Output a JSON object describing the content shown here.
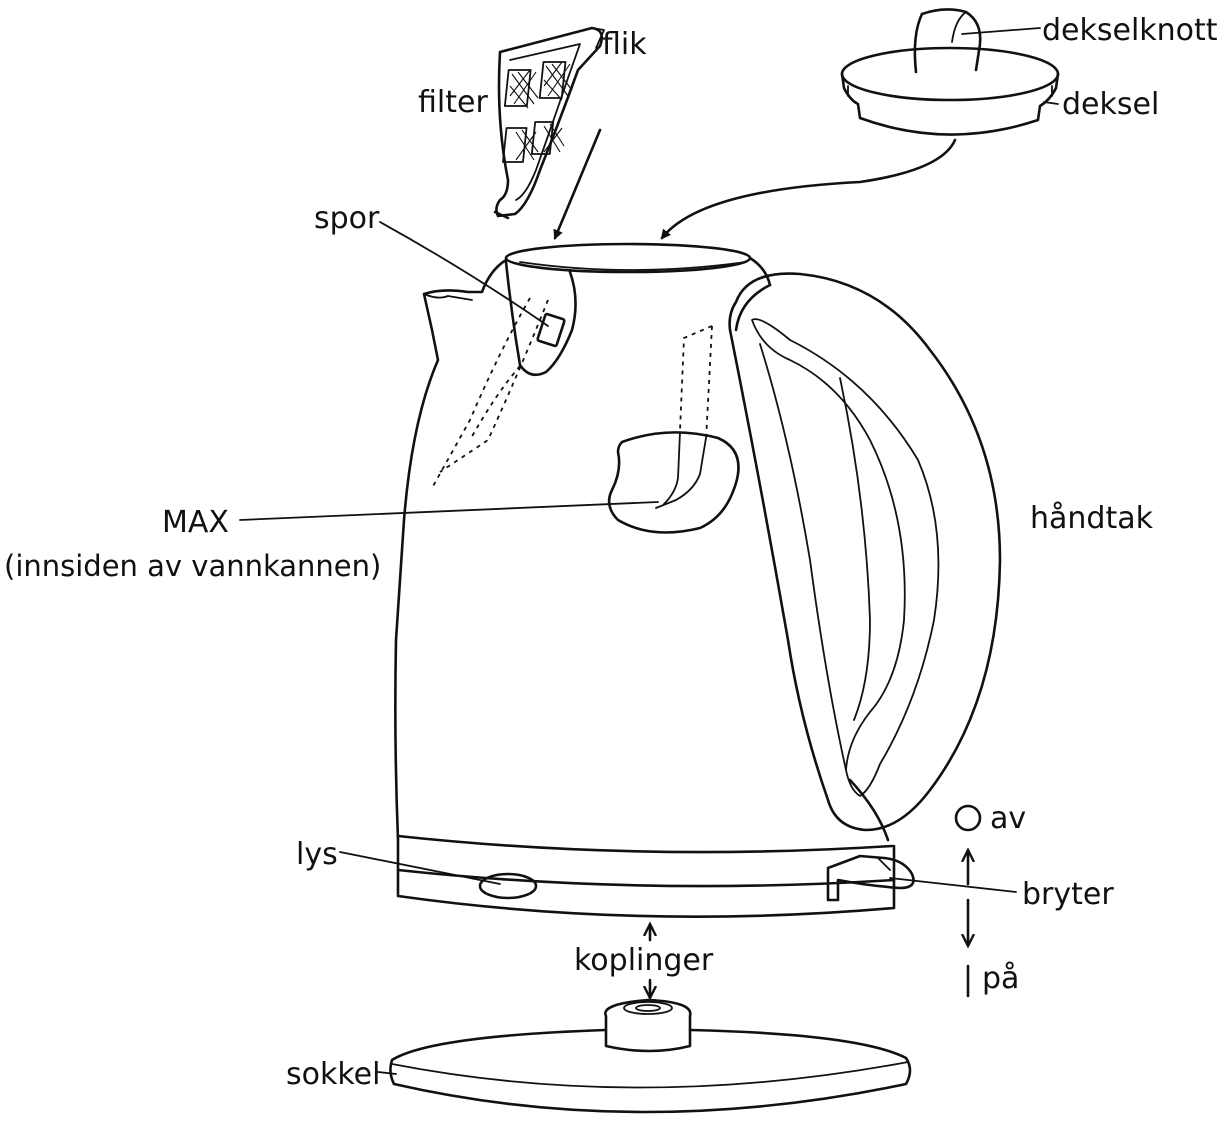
{
  "labels": {
    "flik": "flik",
    "filter": "filter",
    "dekselknott": "dekselknott",
    "deksel": "deksel",
    "spor": "spor",
    "max_title": "MAX",
    "max_note": "(innsiden av vannkannen)",
    "handtak": "håndtak",
    "av": "av",
    "lys": "lys",
    "bryter": "bryter",
    "koplinger": "koplinger",
    "pa": "på",
    "sokkel": "sokkel"
  }
}
